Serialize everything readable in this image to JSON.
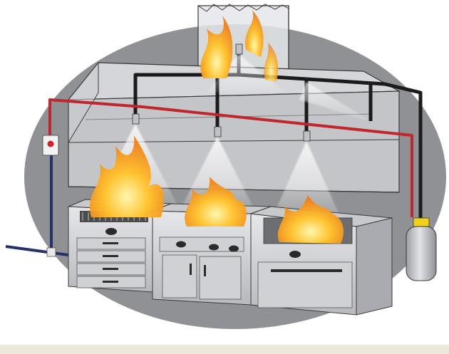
{
  "figure": {
    "subject": "kitchen-hood-wet-chemical-fire-suppression",
    "colors": {
      "background_ellipse": "#8f9194",
      "hood_fill": "#dcdde0",
      "hood_stroke": "#3a3a3a",
      "steel_light": "#d9dadd",
      "steel_mid": "#b9bbbf",
      "steel_dark": "#8d9095",
      "detection_line": "#c0262d",
      "distribution_pipe": "#1b1b1b",
      "supply_pipe": "#27306b",
      "fusible_link": "#f1d21a",
      "flame_outer": "#f39a1b",
      "flame_inner": "#ffe36a",
      "spray": "#ffffff",
      "bottom_band": "#ece9dc"
    },
    "components": [
      {
        "id": "exhaust-duct",
        "icon": "duct-icon"
      },
      {
        "id": "hood",
        "icon": "hood-icon"
      },
      {
        "id": "nozzle-grill",
        "icon": "nozzle-icon"
      },
      {
        "id": "nozzle-range",
        "icon": "nozzle-icon"
      },
      {
        "id": "nozzle-fryer",
        "icon": "nozzle-icon"
      },
      {
        "id": "nozzle-duct",
        "icon": "nozzle-icon"
      },
      {
        "id": "manual-pull-station",
        "icon": "pull-station-icon"
      },
      {
        "id": "agent-cylinder",
        "icon": "cylinder-icon"
      },
      {
        "id": "grill-appliance",
        "icon": "grill-icon"
      },
      {
        "id": "range-appliance",
        "icon": "range-icon"
      },
      {
        "id": "fryer-appliance",
        "icon": "fryer-icon"
      }
    ]
  }
}
